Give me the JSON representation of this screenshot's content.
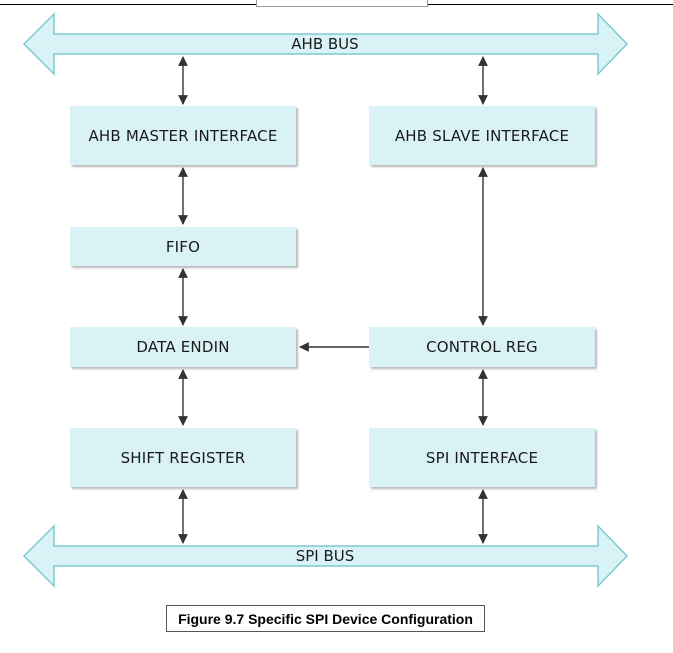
{
  "buses": {
    "top": "AHB BUS",
    "bottom": "SPI BUS"
  },
  "blocks": {
    "ahb_master": "AHB MASTER INTERFACE",
    "ahb_slave": "AHB SLAVE INTERFACE",
    "fifo": "FIFO",
    "data_endin": "DATA ENDIN",
    "control_reg": "CONTROL REG",
    "shift_register": "SHIFT REGISTER",
    "spi_interface": "SPI INTERFACE"
  },
  "caption": "Figure 9.7 Specific SPI Device Configuration",
  "colors": {
    "block_fill": "#d9f2f5",
    "bus_fill": "#d9f2f5",
    "bus_stroke": "#7fc8d3",
    "connector": "#333333"
  }
}
